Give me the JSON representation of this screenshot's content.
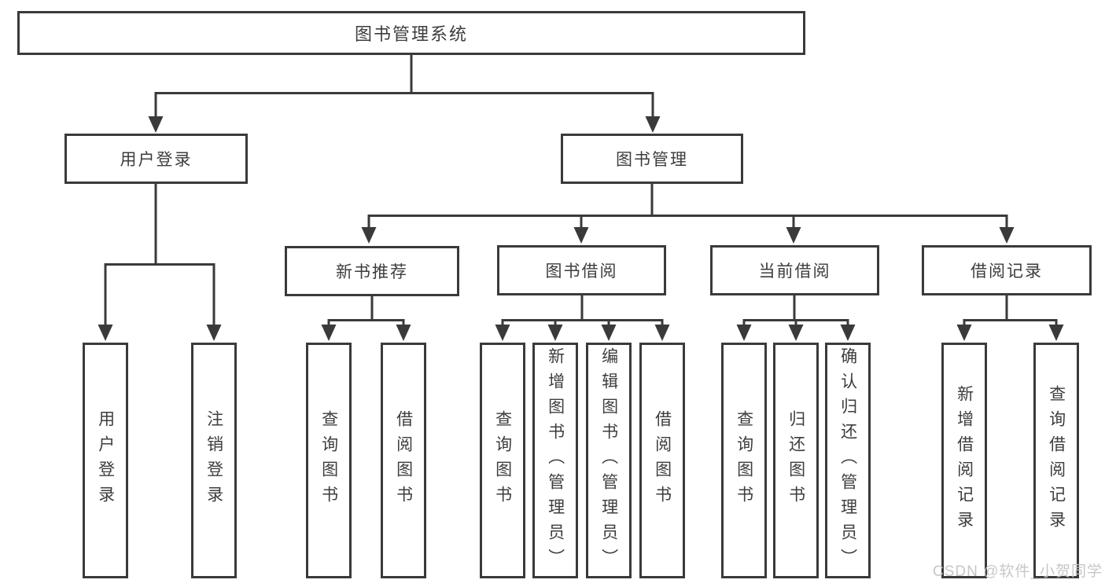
{
  "diagram": {
    "root": {
      "label": "图书管理系统"
    },
    "branches": [
      {
        "label": "用户登录",
        "children": [
          "用户登录",
          "注销登录"
        ]
      },
      {
        "label": "图书管理",
        "children": [
          {
            "label": "新书推荐",
            "children": [
              "查询图书",
              "借阅图书"
            ]
          },
          {
            "label": "图书借阅",
            "children": [
              "查询图书",
              "新增图书（管理员）",
              "编辑图书（管理员）",
              "借阅图书"
            ]
          },
          {
            "label": "当前借阅",
            "children": [
              "查询图书",
              "归还图书",
              "确认归还（管理员）"
            ]
          },
          {
            "label": "借阅记录",
            "children": [
              "新增借阅记录",
              "查询借阅记录"
            ]
          }
        ]
      }
    ]
  },
  "watermark": {
    "text": "CSDN @软件_小贺同学"
  },
  "colors": {
    "line": "#3a3a3a",
    "text": "#3d3d3d",
    "watermark": "#c4c4c4"
  }
}
